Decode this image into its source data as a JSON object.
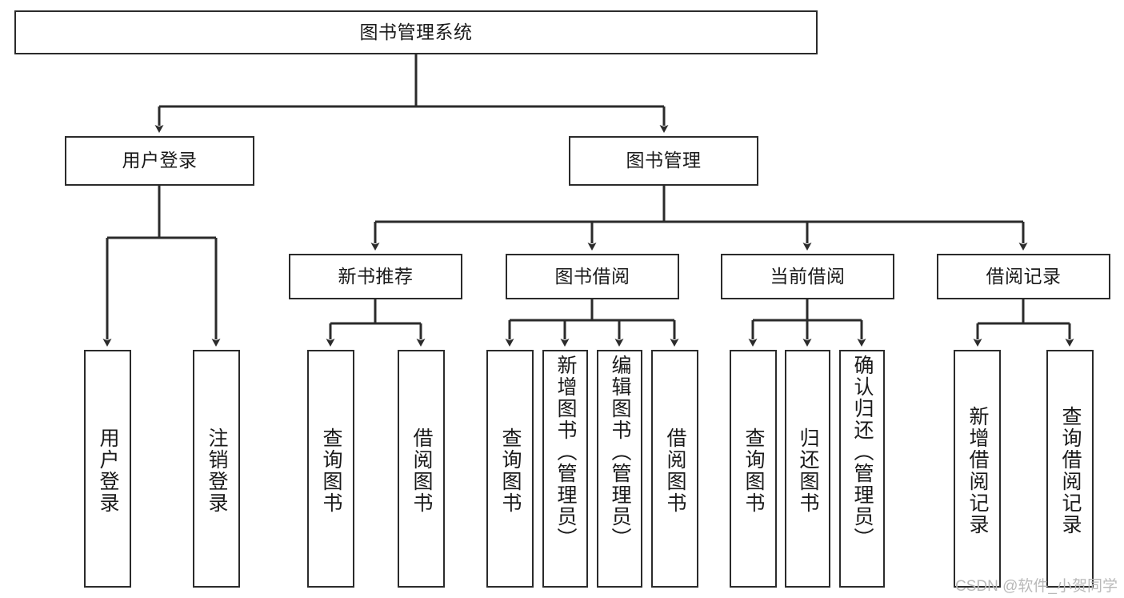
{
  "diagram": {
    "title": "图书管理系统",
    "type": "hierarchy-tree",
    "root": {
      "label": "图书管理系统"
    },
    "level2": [
      {
        "label": "用户登录"
      },
      {
        "label": "图书管理"
      }
    ],
    "level3": [
      {
        "label": "新书推荐"
      },
      {
        "label": "图书借阅"
      },
      {
        "label": "当前借阅"
      },
      {
        "label": "借阅记录"
      }
    ],
    "leaves": {
      "user_login": [
        {
          "label": "用户登录"
        },
        {
          "label": "注销登录"
        }
      ],
      "new_book_recommend": [
        {
          "label": "查询图书"
        },
        {
          "label": "借阅图书"
        }
      ],
      "book_borrow": [
        {
          "label": "查询图书"
        },
        {
          "label": "新增图书（管理员）"
        },
        {
          "label": "编辑图书（管理员）"
        },
        {
          "label": "借阅图书"
        }
      ],
      "current_borrow": [
        {
          "label": "查询图书"
        },
        {
          "label": "归还图书"
        },
        {
          "label": "确认归还（管理员）"
        }
      ],
      "borrow_record": [
        {
          "label": "新增借阅记录"
        },
        {
          "label": "查询借阅记录"
        }
      ]
    }
  },
  "watermark": {
    "text": "CSDN @软件_小贺同学"
  },
  "colors": {
    "stroke": "#2b2b2b",
    "fill": "#ffffff",
    "text": "#1a1a1a",
    "watermark": "#b9b9b9"
  }
}
